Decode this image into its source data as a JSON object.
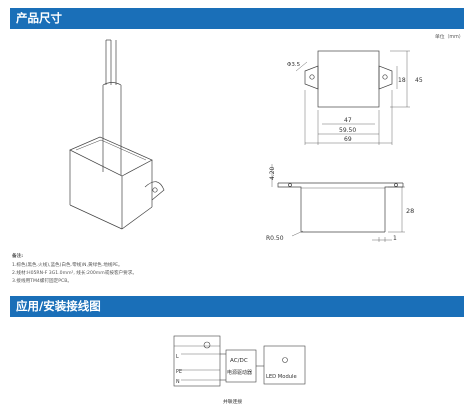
{
  "section1": {
    "title": "产品尺寸"
  },
  "unit_label": "单位（mm）",
  "notes": {
    "heading": "备注:",
    "items": [
      "1.棕色(黑色.火线),蓝色(白色.零线)N,黄绿色.地线PE。",
      "2.线材:H05RN-F 3G1.0mm², 线长:200mm或按客户要求。",
      "3.接线用TM4螺钉固定PCB。"
    ]
  },
  "top_view": {
    "dims": [
      "45",
      "18",
      "47",
      "59.50",
      "69"
    ],
    "hole": "Φ3.5"
  },
  "side_view": {
    "dims": [
      "4.20",
      "28",
      "R0.50",
      "1"
    ]
  },
  "section2": {
    "title": "应用/安装接线图"
  },
  "wiring": {
    "pins": [
      "L",
      "PE",
      "N"
    ],
    "driver_lines": [
      "AC/DC",
      "电源驱动器"
    ],
    "module_label": "LED Module",
    "caption": "并联连接"
  }
}
